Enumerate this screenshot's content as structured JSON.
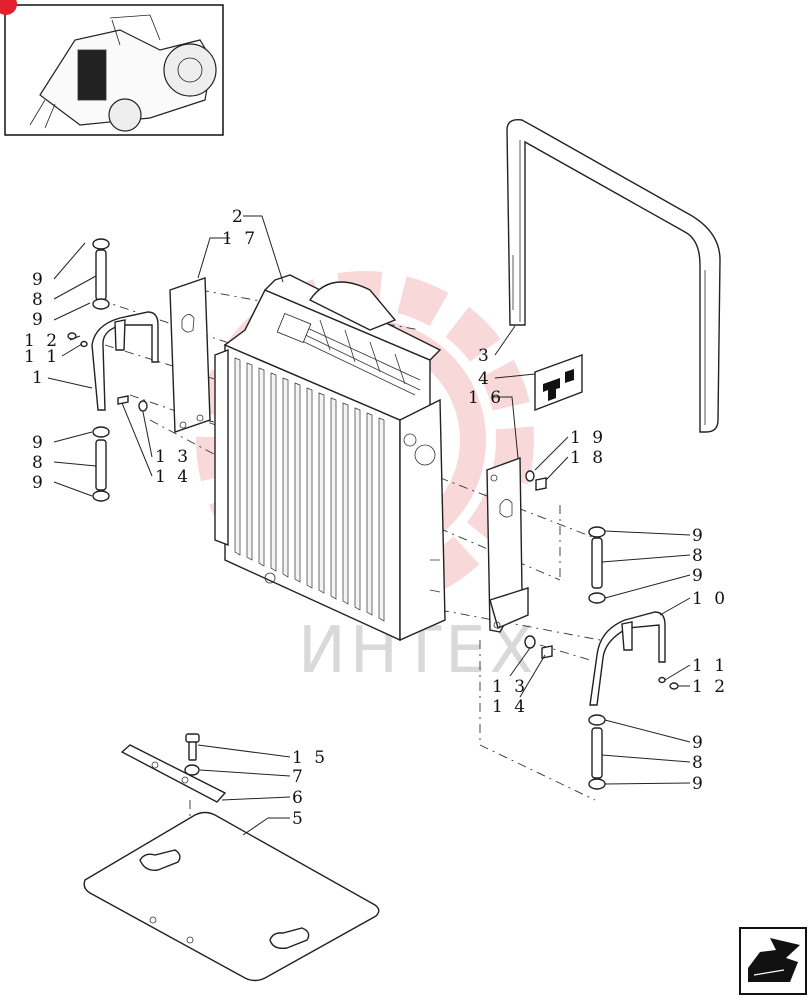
{
  "watermark": {
    "text": "ИНТЕХ",
    "gear_color": "#f3b9b9"
  },
  "page_badge": {
    "color": "#e2202f"
  },
  "thumbnail": {
    "icon": "tractor-icon"
  },
  "corner_icon": {
    "icon": "arrow-next-page-icon"
  },
  "callouts": [
    {
      "id": "c2",
      "text": "2"
    },
    {
      "id": "c17",
      "text": "1 7"
    },
    {
      "id": "c9a",
      "text": "9"
    },
    {
      "id": "c8a",
      "text": "8"
    },
    {
      "id": "c9b",
      "text": "9"
    },
    {
      "id": "c12a",
      "text": "1 2"
    },
    {
      "id": "c11a",
      "text": "1 1"
    },
    {
      "id": "c1",
      "text": "1"
    },
    {
      "id": "c9c",
      "text": "9"
    },
    {
      "id": "c8b",
      "text": "8"
    },
    {
      "id": "c9d",
      "text": "9"
    },
    {
      "id": "c13a",
      "text": "1 3"
    },
    {
      "id": "c14a",
      "text": "1 4"
    },
    {
      "id": "c3",
      "text": "3"
    },
    {
      "id": "c4",
      "text": "4"
    },
    {
      "id": "c16",
      "text": "1 6"
    },
    {
      "id": "c19",
      "text": "1 9"
    },
    {
      "id": "c18",
      "text": "1 8"
    },
    {
      "id": "c9e",
      "text": "9"
    },
    {
      "id": "c8c",
      "text": "8"
    },
    {
      "id": "c9f",
      "text": "9"
    },
    {
      "id": "c10",
      "text": "1 0"
    },
    {
      "id": "c11b",
      "text": "1 1"
    },
    {
      "id": "c12b",
      "text": "1 2"
    },
    {
      "id": "c13b",
      "text": "1 3"
    },
    {
      "id": "c14b",
      "text": "1 4"
    },
    {
      "id": "c9g",
      "text": "9"
    },
    {
      "id": "c8d",
      "text": "8"
    },
    {
      "id": "c9h",
      "text": "9"
    },
    {
      "id": "c15",
      "text": "1 5"
    },
    {
      "id": "c7",
      "text": "7"
    },
    {
      "id": "c6",
      "text": "6"
    },
    {
      "id": "c5",
      "text": "5"
    }
  ]
}
